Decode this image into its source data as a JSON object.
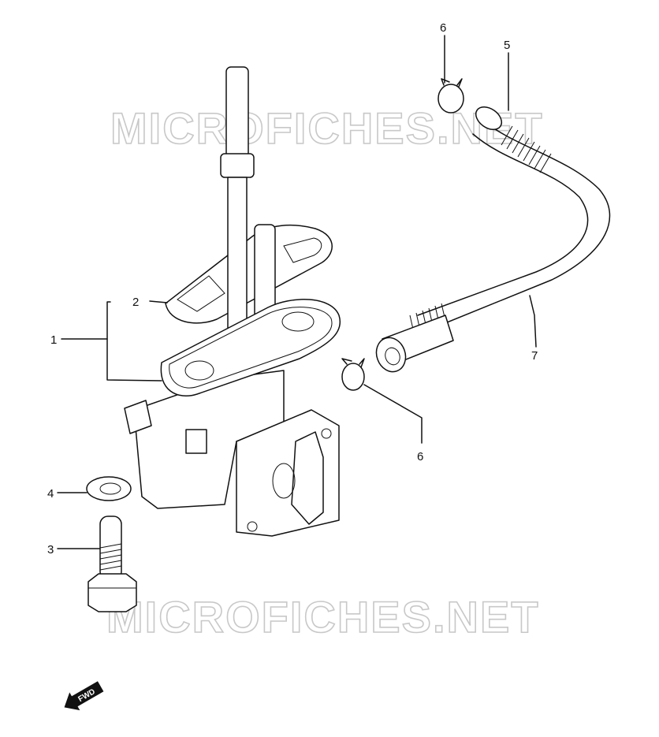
{
  "watermarks": [
    "MICROFICHES.NET",
    "MICROFICHES.NET"
  ],
  "callouts": {
    "c1": "1",
    "c2": "2",
    "c3": "3",
    "c4": "4",
    "c5": "5",
    "c6a": "6",
    "c6b": "6",
    "c7": "7"
  },
  "direction_label": "FWD",
  "colors": {
    "line": "#111111",
    "watermark": "#c8c8c8",
    "background": "#ffffff"
  }
}
